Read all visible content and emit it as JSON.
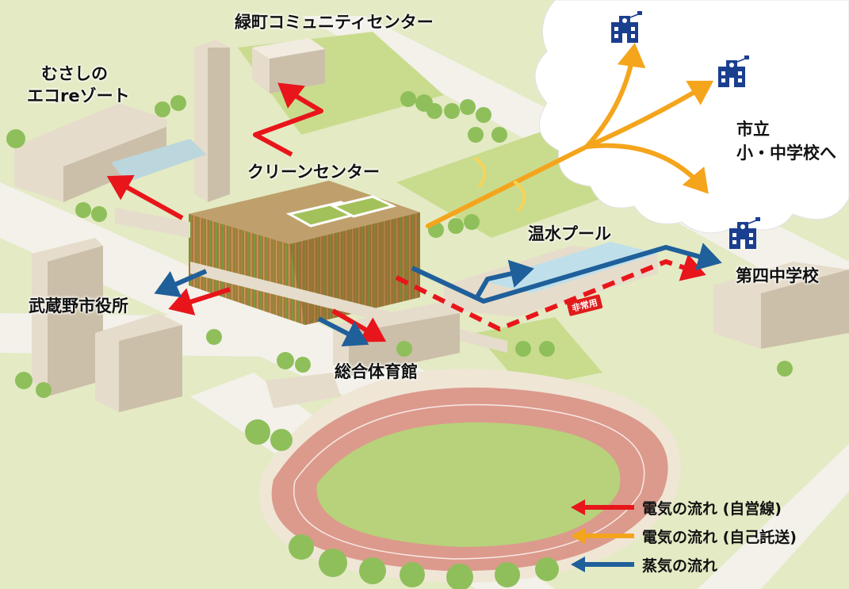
{
  "labels": {
    "community_center": "緑町コミュニティセンター",
    "eco_resort_line1": "むさしの",
    "eco_resort_line2": "エコreゾート",
    "clean_center": "クリーンセンター",
    "city_schools_line1": "市立",
    "city_schools_line2": "小・中学校へ",
    "pool": "温水プール",
    "school_4": "第四中学校",
    "city_hall": "武蔵野市役所",
    "gym": "総合体育館",
    "emergency_badge": "非常用"
  },
  "legend": [
    {
      "label": "電気の流れ (自営線)",
      "color": "#e8151b"
    },
    {
      "label": "電気の流れ (自己託送)",
      "color": "#f4a51c"
    },
    {
      "label": "蒸気の流れ",
      "color": "#1f5f9a"
    }
  ],
  "colors": {
    "ground": "#e6ecc9",
    "road": "#f3f1ea",
    "lawn": "#c9dc8e",
    "building": "#e6dccb",
    "building_shade": "#cbbfa9",
    "clean_center_roof": "#bfa06c",
    "clean_center_wall": "#a8783d",
    "track": "#dc9a8c",
    "track_field": "#b7d27a",
    "pool_water": "#bfe0ea",
    "tree": "#8fbf5a",
    "school_icon": "#1b3f8f",
    "electric_private": "#e8151b",
    "electric_wheeling": "#f4a51c",
    "steam": "#1f5f9a"
  }
}
